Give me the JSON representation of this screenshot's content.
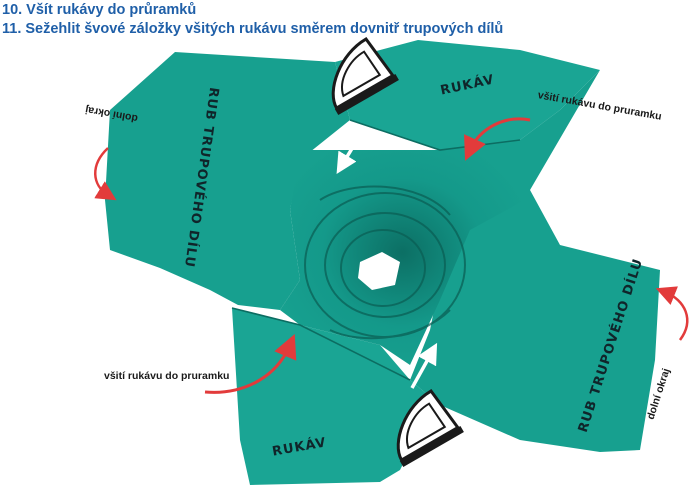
{
  "header": {
    "step10": "10. Všít rukávy do průramků",
    "step11": "11. Sežehlit švové záložky všitých rukávu směrem dovnitř trupových dílů"
  },
  "labels": {
    "sleeve_top": "RUKÁV",
    "sleeve_bottom": "RUKÁV",
    "body_left": "RUB TRUPOVÉHO DÍLU",
    "body_right": "RUB TRUPOVÉHO DÍLU",
    "hem_left": "dolní okraj",
    "hem_right": "dolní okraj",
    "seam_top": "všití rukávu do pruramku",
    "seam_bottom": "všití rukávu do pruramku"
  },
  "colors": {
    "fabric": "#17a08f",
    "fabric_dark": "#0f7c6f",
    "heading": "#1f5fa8",
    "arrow_red": "#e23b3b"
  },
  "icons": [
    "iron-icon",
    "arrow-icon"
  ]
}
